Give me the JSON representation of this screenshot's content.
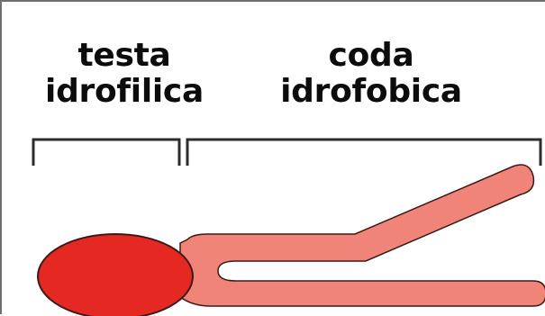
{
  "labels": {
    "head": {
      "line1": "testa",
      "line2": "idrofilica"
    },
    "tail": {
      "line1": "coda",
      "line2": "idrofobica"
    }
  },
  "colors": {
    "head_fill": "#e62822",
    "tail_fill": "#f18478",
    "outline": "#3d1a17",
    "bracket": "#2c2c2c",
    "text": "#0c0c0c"
  }
}
